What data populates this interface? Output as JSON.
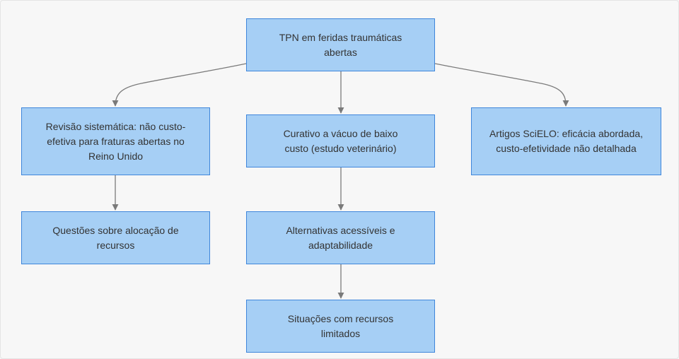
{
  "diagram": {
    "nodes": {
      "root": "TPN em feridas traumáticas abertas",
      "systematic_review": "Revisão sistemática: não custo-efetiva para fraturas abertas no Reino Unido",
      "low_cost_dressing": "Curativo a vácuo de baixo custo (estudo veterinário)",
      "scielo_articles": "Artigos SciELO: eficácia abordada, custo-efetividade não detalhada",
      "resource_allocation": "Questões sobre alocação de recursos",
      "accessible_alternatives": "Alternativas acessíveis e adaptabilidade",
      "limited_resources": "Situações com recursos limitados"
    },
    "edges": [
      {
        "from": "root",
        "to": "systematic_review"
      },
      {
        "from": "root",
        "to": "low_cost_dressing"
      },
      {
        "from": "root",
        "to": "scielo_articles"
      },
      {
        "from": "systematic_review",
        "to": "resource_allocation"
      },
      {
        "from": "low_cost_dressing",
        "to": "accessible_alternatives"
      },
      {
        "from": "accessible_alternatives",
        "to": "limited_resources"
      }
    ],
    "colors": {
      "node_fill": "#a6cff5",
      "node_border": "#3f86db",
      "edge": "#7a7a7a",
      "background": "#f7f7f7",
      "text": "#333333"
    }
  }
}
